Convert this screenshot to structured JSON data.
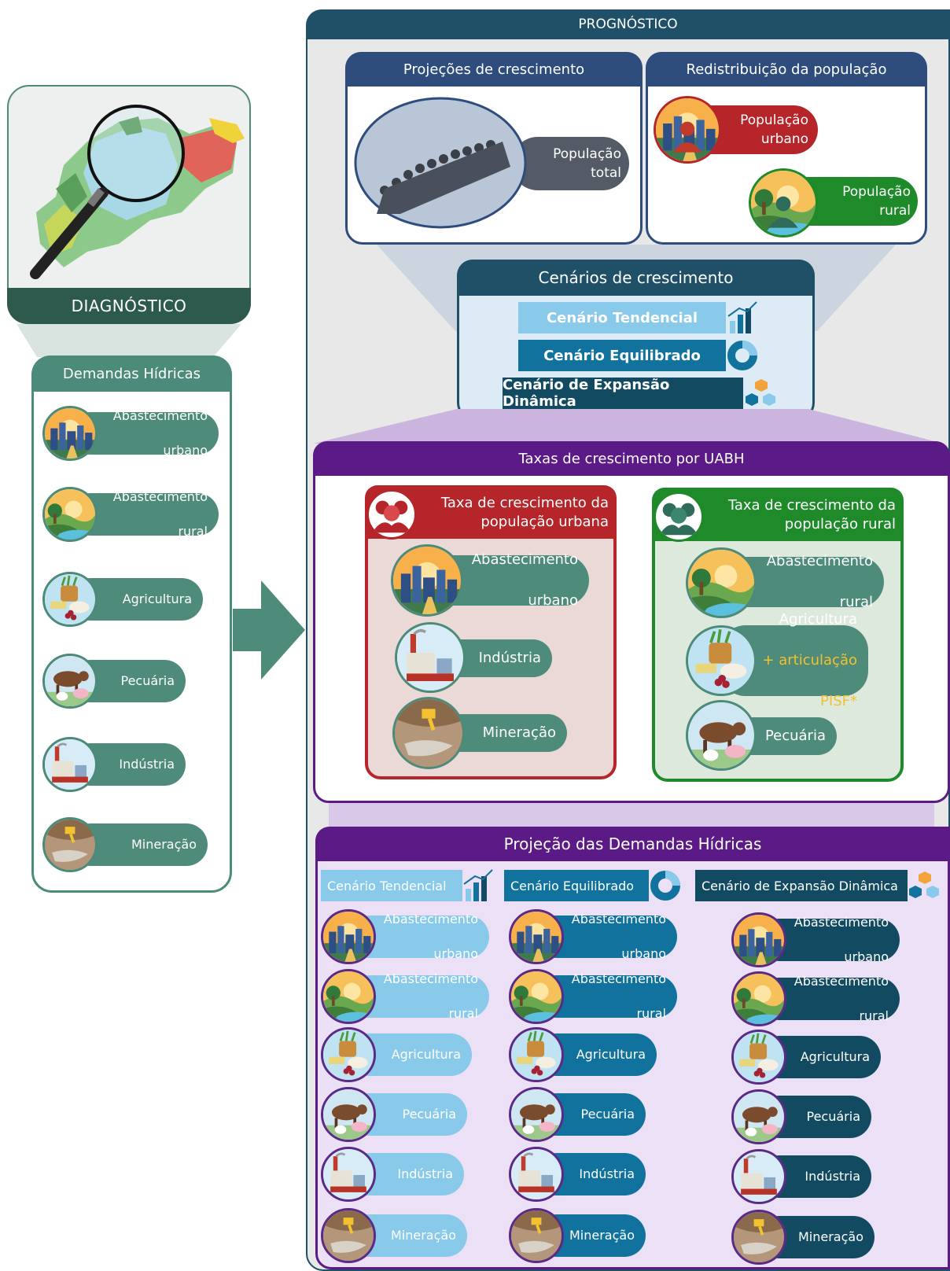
{
  "colors": {
    "teal": "#4e8b7a",
    "dark_green": "#2d5a4d",
    "navy": "#1f5068",
    "blue_header": "#2e4d7c",
    "purple": "#5b1a86",
    "red": "#b5252a",
    "green": "#1e8a2a",
    "scenario_tendencial": "#89c9e9",
    "scenario_equilibrado": "#11739d",
    "scenario_expansao": "#124b61",
    "highlight_yellow": "#f3c02f"
  },
  "diagnostico": {
    "title": "DIAGNÓSTICO",
    "demandas": {
      "title": "Demandas Hídricas",
      "items": [
        {
          "label_l1": "Abastecimento",
          "label_l2": "urbano",
          "icon": "city-icon"
        },
        {
          "label_l1": "Abastecimento",
          "label_l2": "rural",
          "icon": "countryside-icon"
        },
        {
          "label_l1": "Agricultura",
          "label_l2": "",
          "icon": "crops-icon"
        },
        {
          "label_l1": "Pecuária",
          "label_l2": "",
          "icon": "cattle-icon"
        },
        {
          "label_l1": "Indústria",
          "label_l2": "",
          "icon": "factory-icon"
        },
        {
          "label_l1": "Mineração",
          "label_l2": "",
          "icon": "mining-icon"
        }
      ]
    }
  },
  "prognostico": {
    "title": "PROGNÓSTICO",
    "projecoes": {
      "title": "Projeções de crescimento",
      "label_l1": "População",
      "label_l2": "total"
    },
    "redistribuicao": {
      "title": "Redistribuição da população",
      "urbana_l1": "População",
      "urbana_l2": "urbano",
      "rural_l1": "População",
      "rural_l2": "rural"
    },
    "cenarios": {
      "title": "Cenários de crescimento",
      "items": [
        "Cenário Tendencial",
        "Cenário Equilibrado",
        "Cenário de Expansão Dinâmica"
      ]
    },
    "taxas": {
      "title": "Taxas de crescimento por UABH",
      "urbana": {
        "title_l1": "Taxa de crescimento da",
        "title_l2": "população urbana",
        "items": [
          {
            "label_l1": "Abastecimento",
            "label_l2": "urbano"
          },
          {
            "label_l1": "Indústria",
            "label_l2": ""
          },
          {
            "label_l1": "Mineração",
            "label_l2": ""
          }
        ]
      },
      "rural": {
        "title_l1": "Taxa de crescimento da",
        "title_l2": "população rural",
        "items": [
          {
            "label_l1": "Abastecimento",
            "label_l2": "rural"
          },
          {
            "label_l1": "Agricultura",
            "label_l2": "+ articulação",
            "label_l3": "PISF*"
          },
          {
            "label_l1": "Pecuária",
            "label_l2": ""
          }
        ]
      }
    },
    "projecao": {
      "title": "Projeção das Demandas Hídricas",
      "tabs": [
        "Cenário Tendencial",
        "Cenário Equilibrado",
        "Cenário de Expansão Dinâmica"
      ],
      "items": [
        {
          "label_l1": "Abastecimento",
          "label_l2": "urbano"
        },
        {
          "label_l1": "Abastecimento",
          "label_l2": "rural"
        },
        {
          "label_l1": "Agricultura",
          "label_l2": ""
        },
        {
          "label_l1": "Pecuária",
          "label_l2": ""
        },
        {
          "label_l1": "Indústria",
          "label_l2": ""
        },
        {
          "label_l1": "Mineração",
          "label_l2": ""
        }
      ]
    }
  }
}
